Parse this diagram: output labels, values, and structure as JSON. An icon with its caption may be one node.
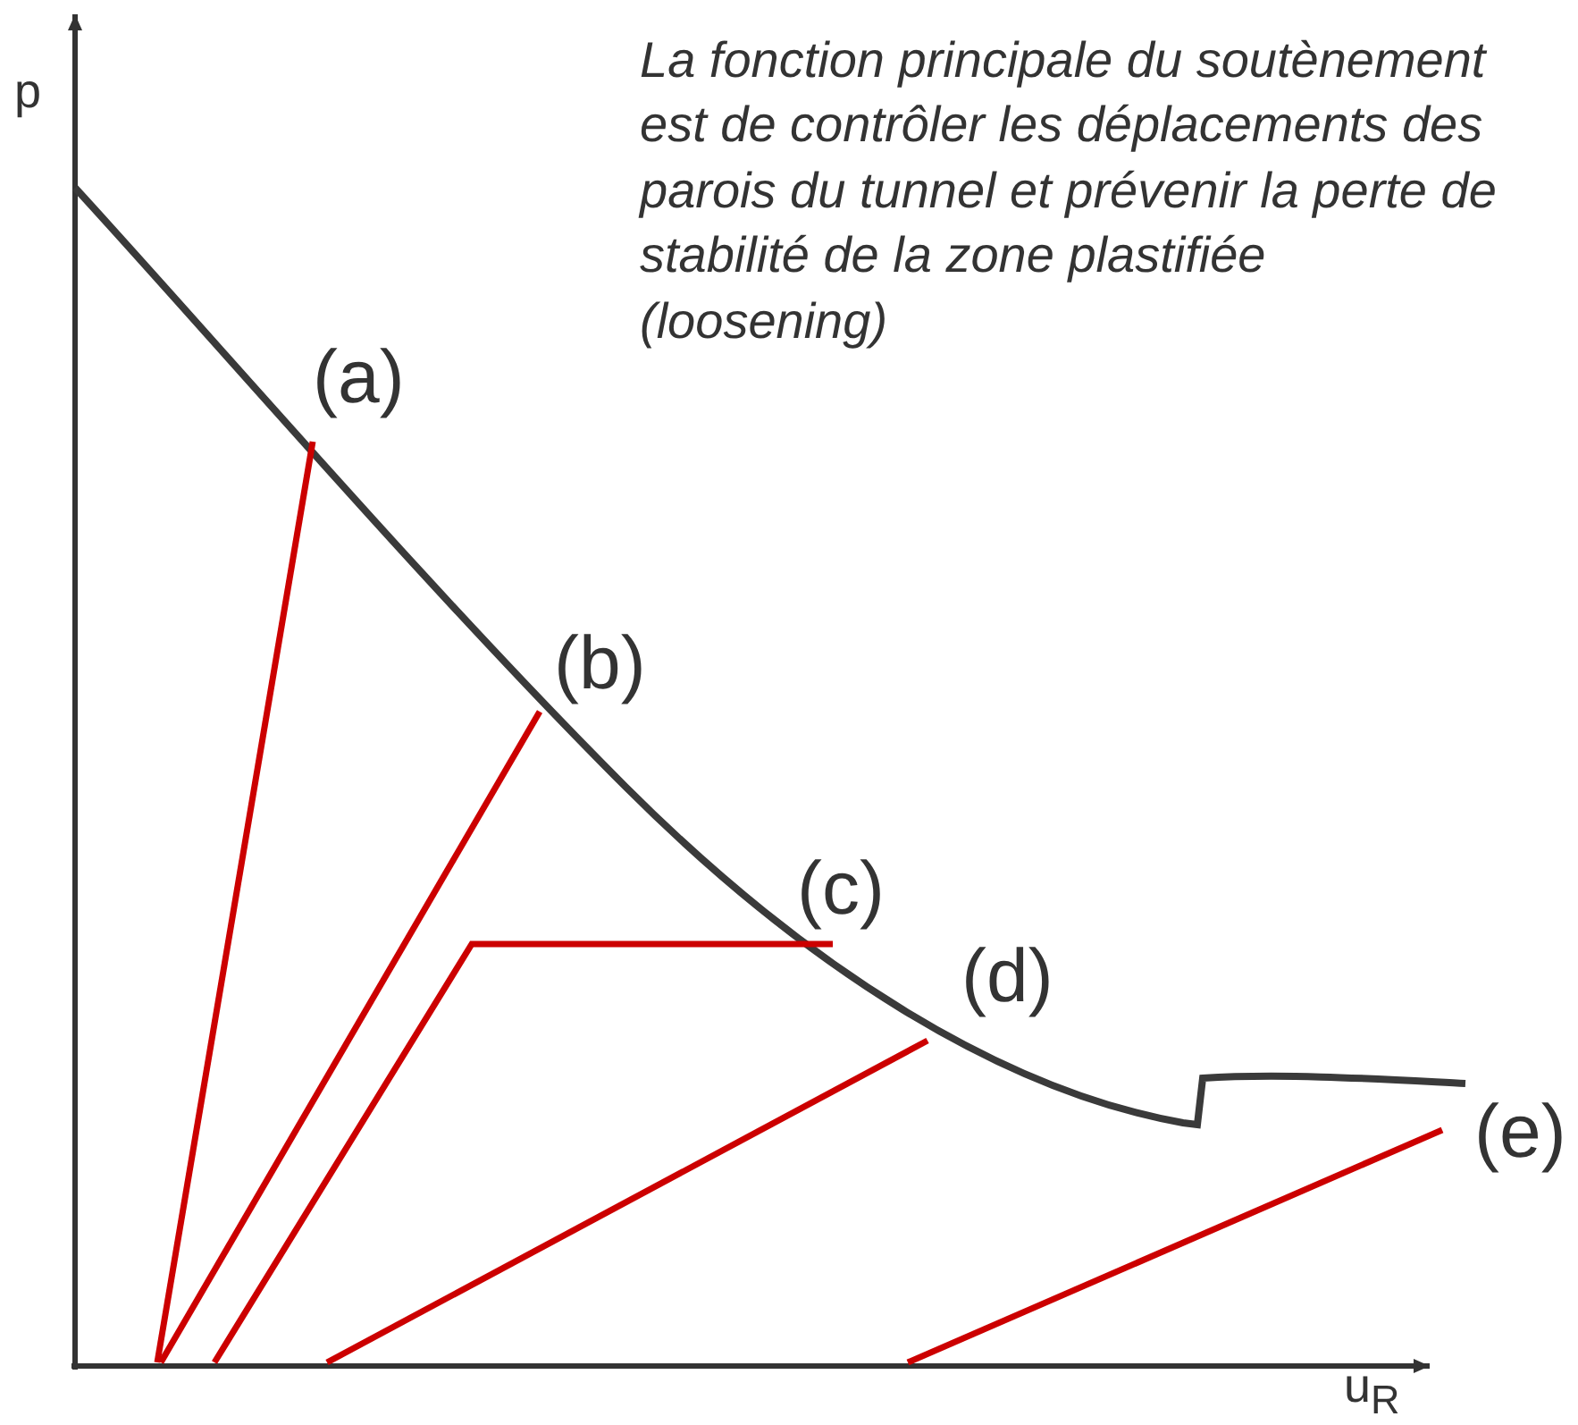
{
  "diagram": {
    "labels": [
      "p",
      "La fonction principale du soutènement est de contrôler les déplacements des parois du tunnel et prévenir la perte de stabilité de la zone plastifiée (loosening)",
      "(a)",
      "(b)",
      "(c)",
      "(d)",
      "(e)",
      "u$_{R}$"
    ]
  }
}
